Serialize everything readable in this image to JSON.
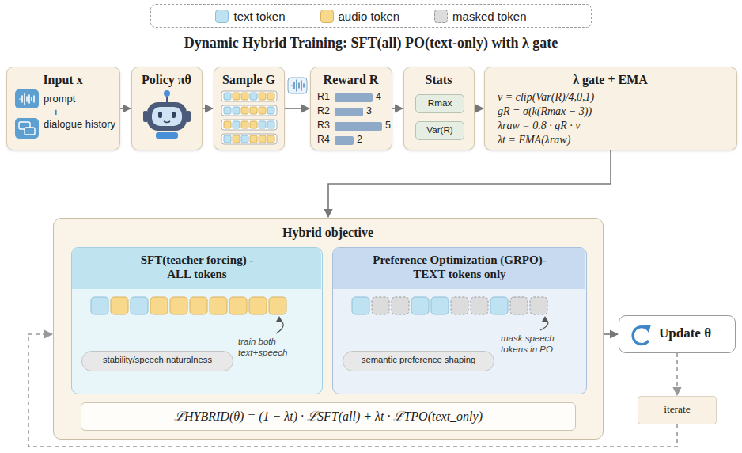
{
  "diagram": {
    "title": "Dynamic Hybrid Training: SFT(all) PO(text-only) with λ gate",
    "nodes": [
      {
        "text": [
          "Input x",
          "prompt",
          "+",
          "dialogue history"
        ]
      },
      {
        "text": [
          "Policy πθ"
        ]
      },
      {
        "text": [
          "Sample G"
        ]
      },
      {
        "text": [
          "Reward R",
          "R1",
          "4",
          "R2",
          "3",
          "R3",
          "5",
          "R4",
          "2"
        ]
      },
      {
        "text": [
          "Stats"
        ]
      },
      {
        "text": [
          "Rmax"
        ],
        "in": 4
      },
      {
        "text": [
          "Var(R)"
        ],
        "in": 4
      },
      {
        "text": [
          "λ gate + EMA",
          "v = clip(Var(R)/4,0,1)",
          "gR = σ(k(Rmax − 3))",
          "λraw = 0.8 · gR · v",
          "λt = EMA(λraw)"
        ]
      },
      {
        "text": [
          "Hybrid objective",
          "ℒHYBRID(θ) = (1 − λt) · ℒSFT(all) + λt · ℒTPO(text_only)"
        ]
      },
      {
        "text": [
          "SFT(teacher forcing) -ALL tokens",
          "train both text+speech"
        ],
        "in": 8
      },
      {
        "text": [
          "stability/speech naturalness"
        ],
        "in": 9
      },
      {
        "text": [
          "Preference Optimization (GRPO)-TEXT tokens only",
          "mask speech tokens in PO"
        ],
        "in": 8
      },
      {
        "text": [
          "semantic preference shaping"
        ],
        "in": 11
      },
      {
        "text": [
          "Update θ"
        ]
      },
      {
        "text": [
          "iterate"
        ]
      }
    ],
    "edges": [
      {
        "from": 0,
        "to": 1,
        "arrow": "to"
      },
      {
        "from": 1,
        "to": 2,
        "arrow": "to"
      },
      {
        "from": 2,
        "to": 3,
        "arrow": "to"
      },
      {
        "from": 3,
        "to": 4,
        "arrow": "to"
      },
      {
        "from": 4,
        "to": 7,
        "arrow": "to"
      },
      {
        "from": 7,
        "to": 8,
        "arrow": "to"
      },
      {
        "from": 8,
        "to": 13,
        "arrow": "to"
      },
      {
        "from": 13,
        "to": 14,
        "arrow": "to"
      },
      {
        "from": 14,
        "to": 8,
        "arrow": "to"
      }
    ],
    "legend": [
      {
        "text": "text token",
        "color": "#bfe2f3"
      },
      {
        "text": "audio token",
        "color": "#f8d98c"
      },
      {
        "text": "masked token",
        "color": "#dcdcdc"
      }
    ]
  }
}
